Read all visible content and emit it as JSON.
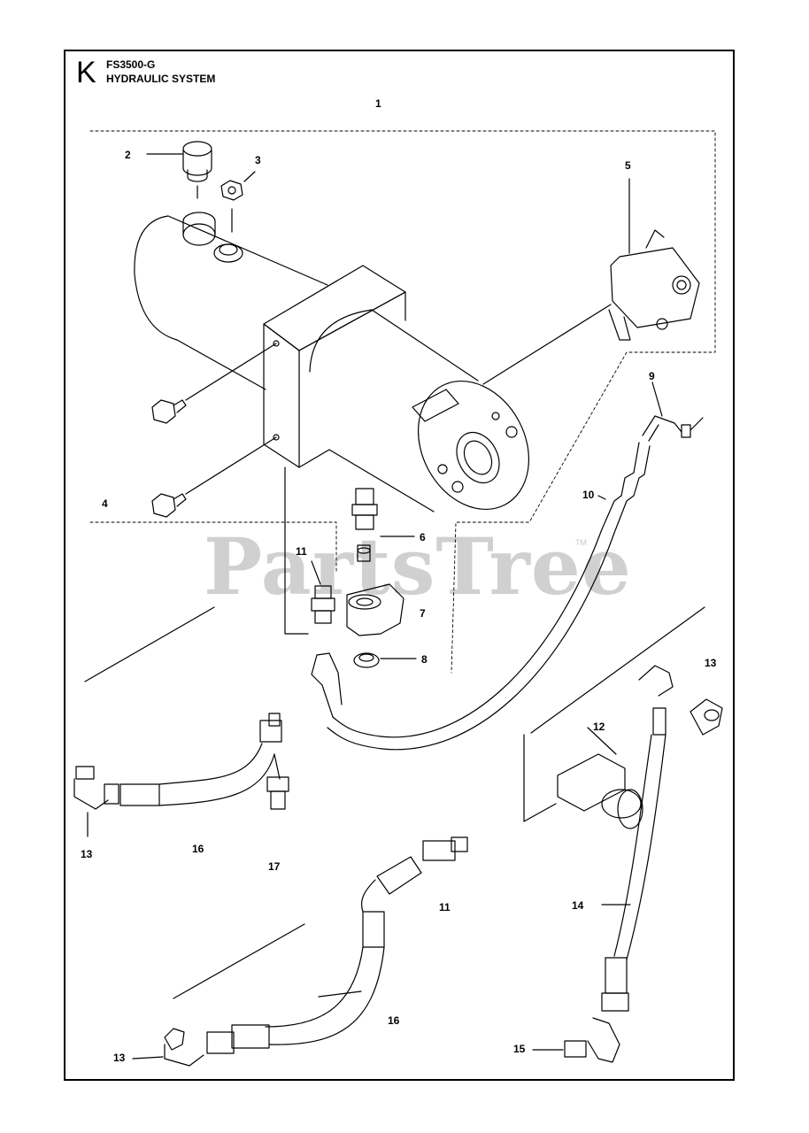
{
  "header": {
    "section_letter": "K",
    "model": "FS3500-G",
    "system_title": "HYDRAULIC SYSTEM"
  },
  "watermark": {
    "text": "PartsTree",
    "tm": "TM"
  },
  "callouts": [
    {
      "id": "c1",
      "label": "1"
    },
    {
      "id": "c2",
      "label": "2"
    },
    {
      "id": "c3",
      "label": "3"
    },
    {
      "id": "c4",
      "label": "4"
    },
    {
      "id": "c5",
      "label": "5"
    },
    {
      "id": "c6",
      "label": "6"
    },
    {
      "id": "c7",
      "label": "7"
    },
    {
      "id": "c8",
      "label": "8"
    },
    {
      "id": "c9",
      "label": "9"
    },
    {
      "id": "c10",
      "label": "10"
    },
    {
      "id": "c11a",
      "label": "11"
    },
    {
      "id": "c11b",
      "label": "11"
    },
    {
      "id": "c12",
      "label": "12"
    },
    {
      "id": "c13a",
      "label": "13"
    },
    {
      "id": "c13b",
      "label": "13"
    },
    {
      "id": "c13c",
      "label": "13"
    },
    {
      "id": "c14",
      "label": "14"
    },
    {
      "id": "c15",
      "label": "15"
    },
    {
      "id": "c16a",
      "label": "16"
    },
    {
      "id": "c16b",
      "label": "16"
    },
    {
      "id": "c17",
      "label": "17"
    }
  ],
  "colors": {
    "ink": "#000000",
    "watermark": "#d0d0d0"
  }
}
